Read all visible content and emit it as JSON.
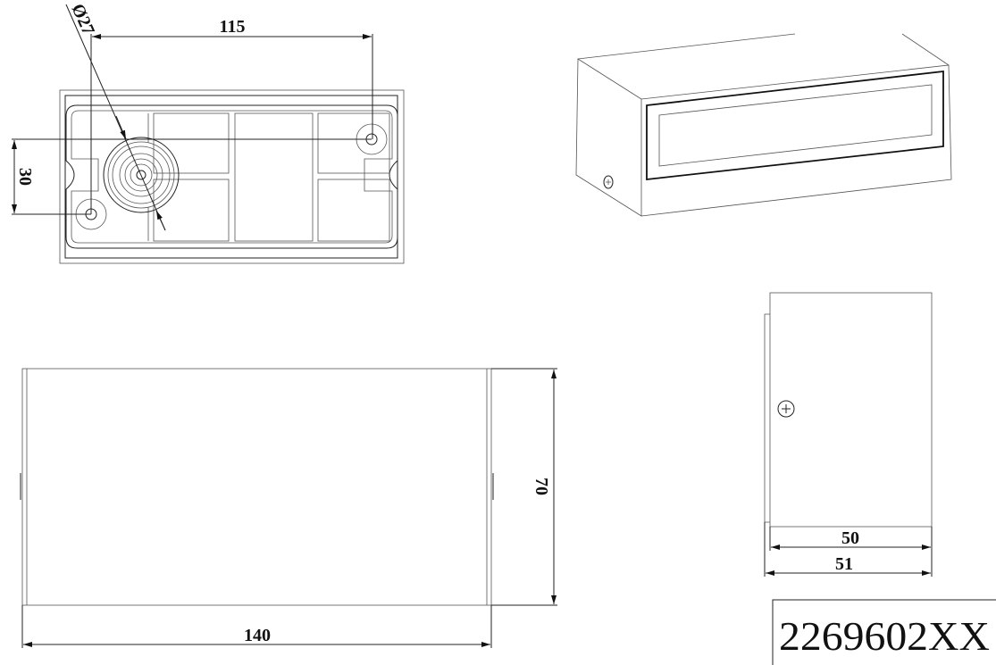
{
  "drawing": {
    "top_view": {
      "dim_width": "115",
      "dim_height": "30",
      "dim_diameter": "Ø27"
    },
    "front_view": {
      "dim_width": "140",
      "dim_height": "70"
    },
    "side_view": {
      "dim_depth_inner": "50",
      "dim_depth_outer": "51"
    },
    "part_number": "2269602XX"
  },
  "colors": {
    "line": "#222222",
    "background": "#ffffff"
  }
}
